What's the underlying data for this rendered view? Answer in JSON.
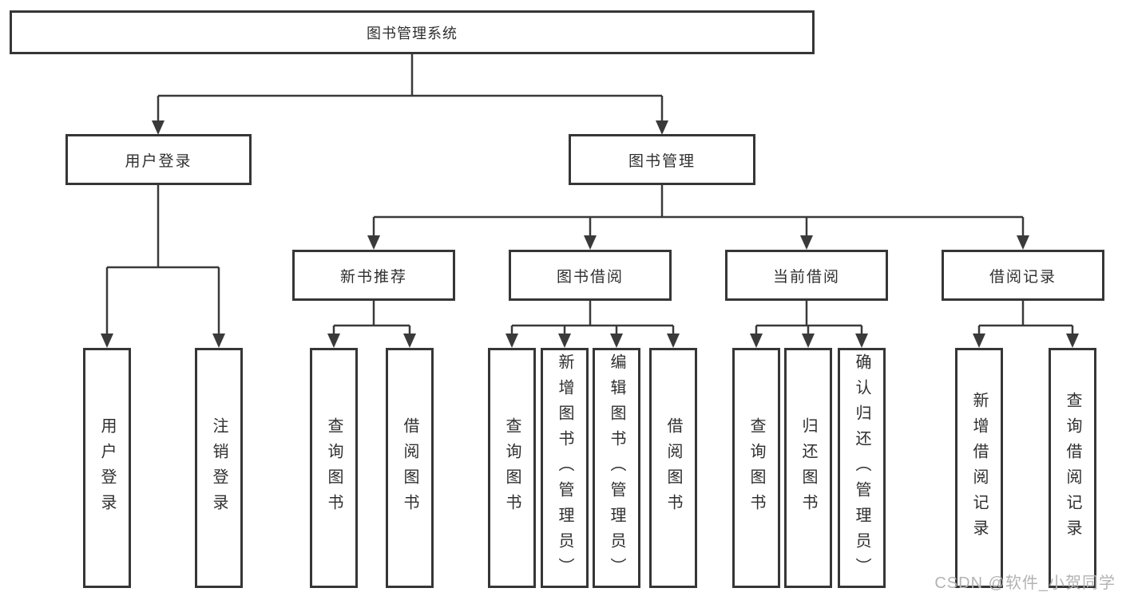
{
  "diagram": {
    "root": "图书管理系统",
    "level2": {
      "user_login": "用户登录",
      "book_mgmt": "图书管理"
    },
    "level3": {
      "new_book": "新书推荐",
      "book_borrow": "图书借阅",
      "current_borrow": "当前借阅",
      "borrow_record": "借阅记录"
    },
    "leaves": {
      "user_login": [
        "用户登录",
        "注销登录"
      ],
      "new_book": [
        "查询图书",
        "借阅图书"
      ],
      "book_borrow": [
        "查询图书",
        "新增图书（管理员）",
        "编辑图书（管理员）",
        "借阅图书"
      ],
      "current_borrow": [
        "查询图书",
        "归还图书",
        "确认归还（管理员）"
      ],
      "borrow_record": [
        "新增借阅记录",
        "查询借阅记录"
      ]
    }
  },
  "watermark": "CSDN @软件_小贺同学",
  "colors": {
    "line": "#3a3a3a",
    "box_border": "#363636",
    "box_fill": "#ffffff",
    "text": "#2f2f2f",
    "watermark": "#b3b3b3"
  }
}
